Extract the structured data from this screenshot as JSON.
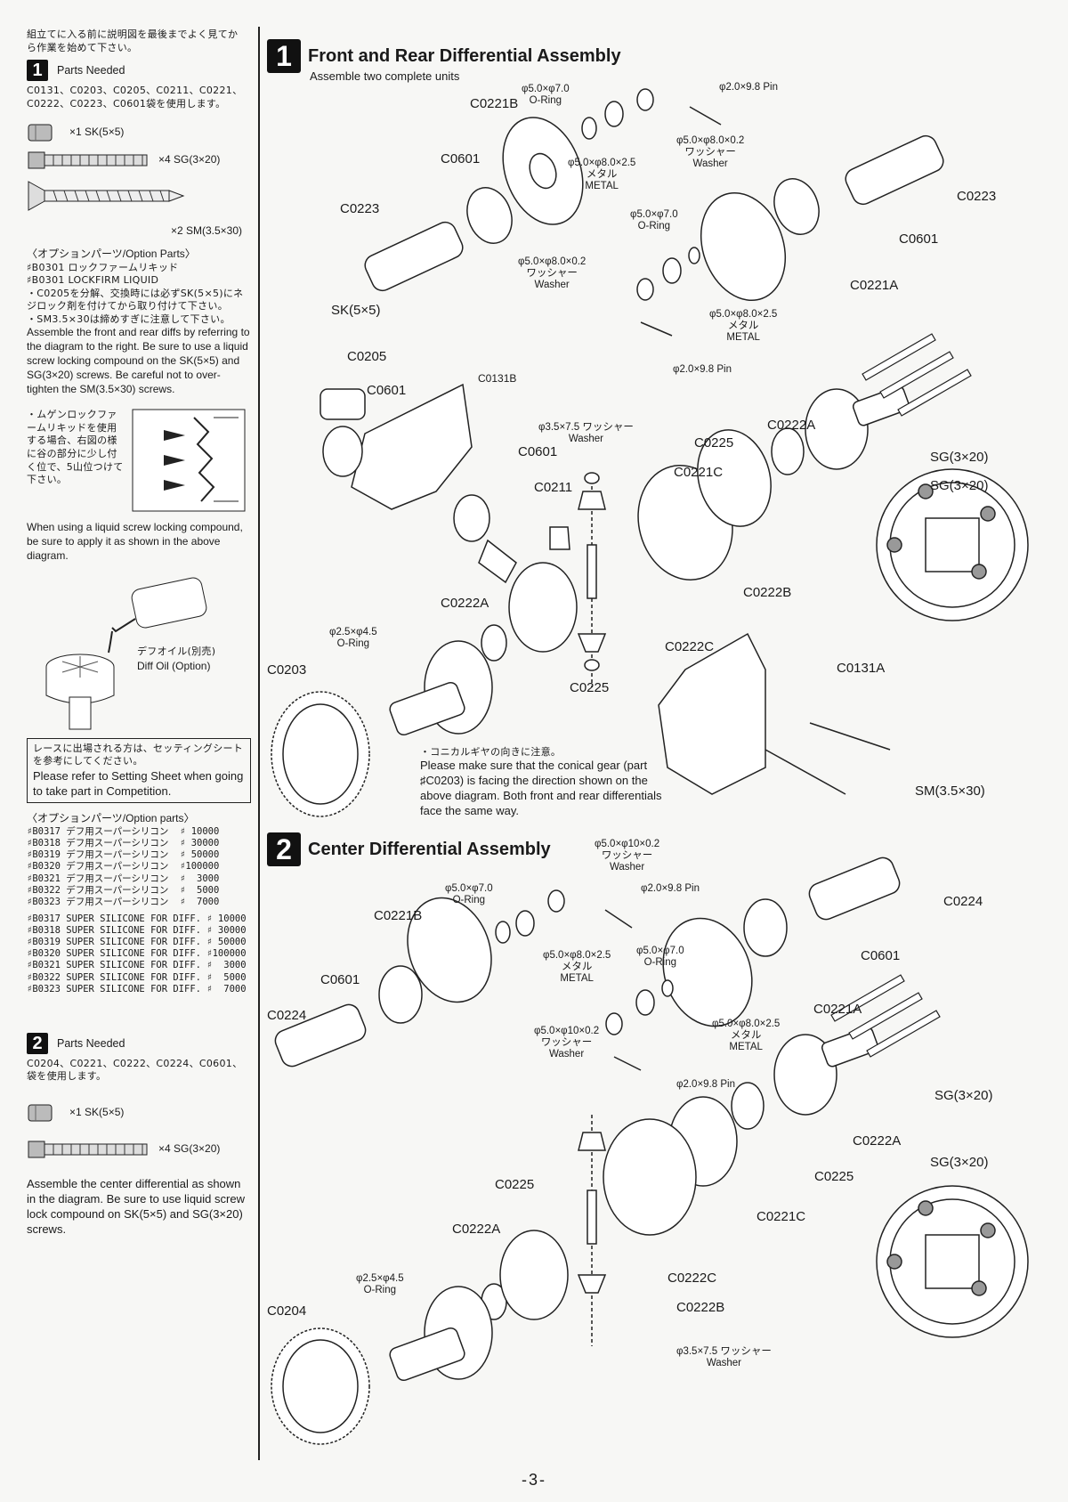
{
  "sidebar": {
    "intro_jp": "組立てに入る前に説明図を最後までよく見てから作業を始めて下さい。",
    "step1": {
      "badge": "1",
      "parts_needed": "Parts Needed",
      "bags_jp": "C0131、C0203、C0205、C0211、C0221、C0222、C0223、C0601袋を使用します。",
      "parts": [
        {
          "qty": "×1 SK(5×5)"
        },
        {
          "qty": "×4 SG(3×20)"
        },
        {
          "qty": "×2  SM(3.5×30)"
        }
      ],
      "option_title": "〈オプションパーツ/Option Parts〉",
      "option_lines": [
        "♯B0301 ロックファームリキッド",
        "♯B0301 LOCKFIRM LIQUID"
      ],
      "notes_jp": [
        "・C0205を分解、交換時には必ずSK(5×5)にネジロック剤を付けてから取り付けて下さい。",
        "・SM3.5×30は締めすぎに注意して下さい。"
      ],
      "note_en": "Assemble the front and rear diffs by referring to the diagram to the right. Be sure to use a liquid screw locking compound on the SK(5×5) and SG(3×20) screws. Be careful not to over-tighten the SM(3.5×30) screws.",
      "lock_jp": "・ムゲンロックファームリキッドを使用する場合、右図の様に谷の部分に少し付く位で、5山位つけて下さい。",
      "lock_en": "When using a liquid screw locking compound, be sure to apply it as shown in the above diagram.",
      "diff_oil_jp": "デフオイル(別売)",
      "diff_oil_en": "Diff Oil  (Option)",
      "setting_jp": "レースに出場される方は、セッティングシートを参考にしてください。",
      "setting_en": "Please refer to Setting Sheet when going to take part in Competition.",
      "option2_title": "〈オプションパーツ/Option parts〉",
      "option2_jp": [
        "♯B0317 デフ用スーパーシリコン  ♯ 10000",
        "♯B0318 デフ用スーパーシリコン  ♯ 30000",
        "♯B0319 デフ用スーパーシリコン  ♯ 50000",
        "♯B0320 デフ用スーパーシリコン  ♯100000",
        "♯B0321 デフ用スーパーシリコン  ♯  3000",
        "♯B0322 デフ用スーパーシリコン  ♯  5000",
        "♯B0323 デフ用スーパーシリコン  ♯  7000"
      ],
      "option2_en": [
        "♯B0317 SUPER SILICONE FOR DIFF. ♯ 10000",
        "♯B0318 SUPER SILICONE FOR DIFF. ♯ 30000",
        "♯B0319 SUPER SILICONE FOR DIFF. ♯ 50000",
        "♯B0320 SUPER SILICONE FOR DIFF. ♯100000",
        "♯B0321 SUPER SILICONE FOR DIFF. ♯  3000",
        "♯B0322 SUPER SILICONE FOR DIFF. ♯  5000",
        "♯B0323 SUPER SILICONE FOR DIFF. ♯  7000"
      ]
    },
    "step2": {
      "badge": "2",
      "parts_needed": "Parts Needed",
      "bags_jp": "C0204、C0221、C0222、C0224、C0601、袋を使用します。",
      "parts": [
        {
          "qty": "×1 SK(5×5)"
        },
        {
          "qty": "×4 SG(3×20)"
        }
      ],
      "note_en": "Assemble the center differential as shown in the diagram. Be sure to use liquid screw lock compound on SK(5×5) and SG(3×20) screws."
    }
  },
  "section1": {
    "badge": "1",
    "title": "Front and Rear Differential Assembly",
    "subtitle": "Assemble two complete units",
    "labels": {
      "c0221b": "C0221B",
      "c0601a": "C0601",
      "c0223a": "C0223",
      "c0223b": "C0223",
      "c0601b": "C0601",
      "c0221a": "C0221A",
      "sk": "SK(5×5)",
      "c0205": "C0205",
      "c0601c": "C0601",
      "c0131b": "C0131B",
      "c0601d": "C0601",
      "c0211": "C0211",
      "c0222a": "C0222A",
      "c0225a": "C0225",
      "c0221c": "C0221C",
      "c0222a2": "C0222A",
      "c0222b": "C0222B",
      "c0222c": "C0222C",
      "c0225b": "C0225",
      "c0203": "C0203",
      "c0131a": "C0131A",
      "sg1": "SG(3×20)",
      "sg2": "SG(3×20)",
      "sm": "SM(3.5×30)"
    },
    "small": {
      "oring1": "φ5.0×φ7.0\nO-Ring",
      "metal1": "φ5.0×φ8.0×2.5\nメタル\nMETAL",
      "pin1": "φ2.0×9.8 Pin",
      "washer1": "φ5.0×φ8.0×0.2\nワッシャー\nWasher",
      "oring2": "φ5.0×φ7.0\nO-Ring",
      "washer2": "φ5.0×φ8.0×0.2\nワッシャー\nWasher",
      "metal2": "φ5.0×φ8.0×2.5\nメタル\nMETAL",
      "pin2": "φ2.0×9.8 Pin",
      "washer3": "φ3.5×7.5 ワッシャー\nWasher",
      "oring3": "φ2.5×φ4.5\nO-Ring"
    },
    "conical_jp": "・コニカルギヤの向きに注意。",
    "conical_en": "Please make sure that the conical gear (part ♯C0203) is facing the direction shown on the above diagram. Both front and rear differentials face the same way."
  },
  "section2": {
    "badge": "2",
    "title": "Center Differential Assembly",
    "labels": {
      "c0224a": "C0224",
      "c0221b": "C0221B",
      "c0601a": "C0601",
      "c0224b": "C0224",
      "c0601b": "C0601",
      "c0221a": "C0221A",
      "sg1": "SG(3×20)",
      "c0222a": "C0222A",
      "sg2": "SG(3×20)",
      "c0225a": "C0225",
      "c0225b": "C0225",
      "c0221c": "C0221C",
      "c0222a2": "C0222A",
      "c0222c": "C0222C",
      "c0222b": "C0222B",
      "c0204": "C0204"
    },
    "small": {
      "washer1": "φ5.0×φ10×0.2\nワッシャー\nWasher",
      "oring1": "φ5.0×φ7.0\nO-Ring",
      "pin1": "φ2.0×9.8 Pin",
      "metal1": "φ5.0×φ8.0×2.5\nメタル\nMETAL",
      "oring2": "φ5.0×φ7.0\nO-Ring",
      "washer2": "φ5.0×φ10×0.2\nワッシャー\nWasher",
      "metal2": "φ5.0×φ8.0×2.5\nメタル\nMETAL",
      "pin2": "φ2.0×9.8 Pin",
      "oring3": "φ2.5×φ4.5\nO-Ring",
      "washer3": "φ3.5×7.5 ワッシャー\nWasher"
    }
  },
  "footer": {
    "page": "-3-"
  }
}
